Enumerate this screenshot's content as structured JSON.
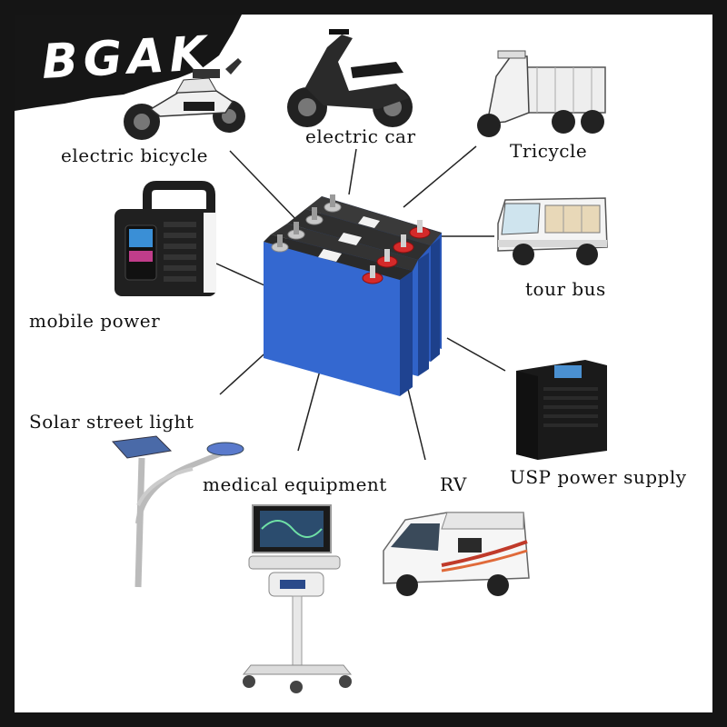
{
  "logo": {
    "text": "BGAK"
  },
  "labels": {
    "electric_bicycle": "electric bicycle",
    "electric_car": "electric car",
    "tricycle": "Tricycle",
    "mobile_power": "mobile power",
    "tour_bus": "tour bus",
    "solar_street_light": "Solar street light",
    "medical_equipment": "medical equipment",
    "rv": "RV",
    "usp_power_supply": "USP power supply"
  },
  "colors": {
    "battery_blue": "#2f5fc4",
    "terminal_red": "#d42a2a",
    "frame": "#151515"
  }
}
